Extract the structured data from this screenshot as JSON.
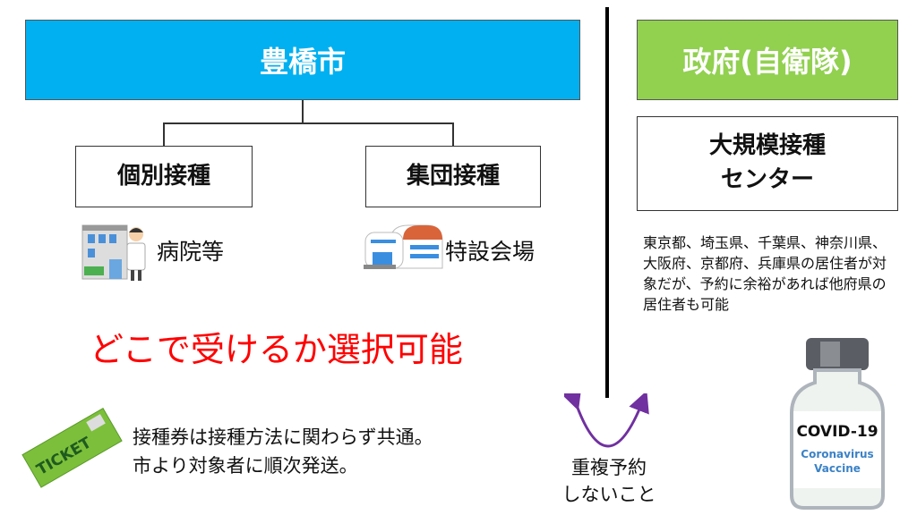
{
  "left": {
    "header": "豊橋市",
    "individual": {
      "label": "個別接種",
      "place": "病院等"
    },
    "group": {
      "label": "集団接種",
      "place": "特設会場"
    },
    "highlight": "どこで受けるか選択可能",
    "ticket_text": [
      "接種券は接種方法に関わらず共通。",
      "市より対象者に順次発送。"
    ],
    "ticket_icon_text": "TICKET"
  },
  "middle": {
    "note": [
      "重複予約",
      "しないこと"
    ]
  },
  "right": {
    "header": "政府(自衛隊)",
    "center": [
      "大規模接種",
      "センター"
    ],
    "description": "東京都、埼玉県、千葉県、神奈川県、大阪府、京都府、兵庫県の居住者が対象だが、予約に余裕があれば他府県の居住者も可能",
    "vial": {
      "title": "COVID-19",
      "line1": "Coronavirus",
      "line2": "Vaccine"
    }
  },
  "colors": {
    "city": "#00b0f0",
    "gov": "#92d050",
    "highlight": "#ff0000",
    "arrow": "#7030a0"
  }
}
